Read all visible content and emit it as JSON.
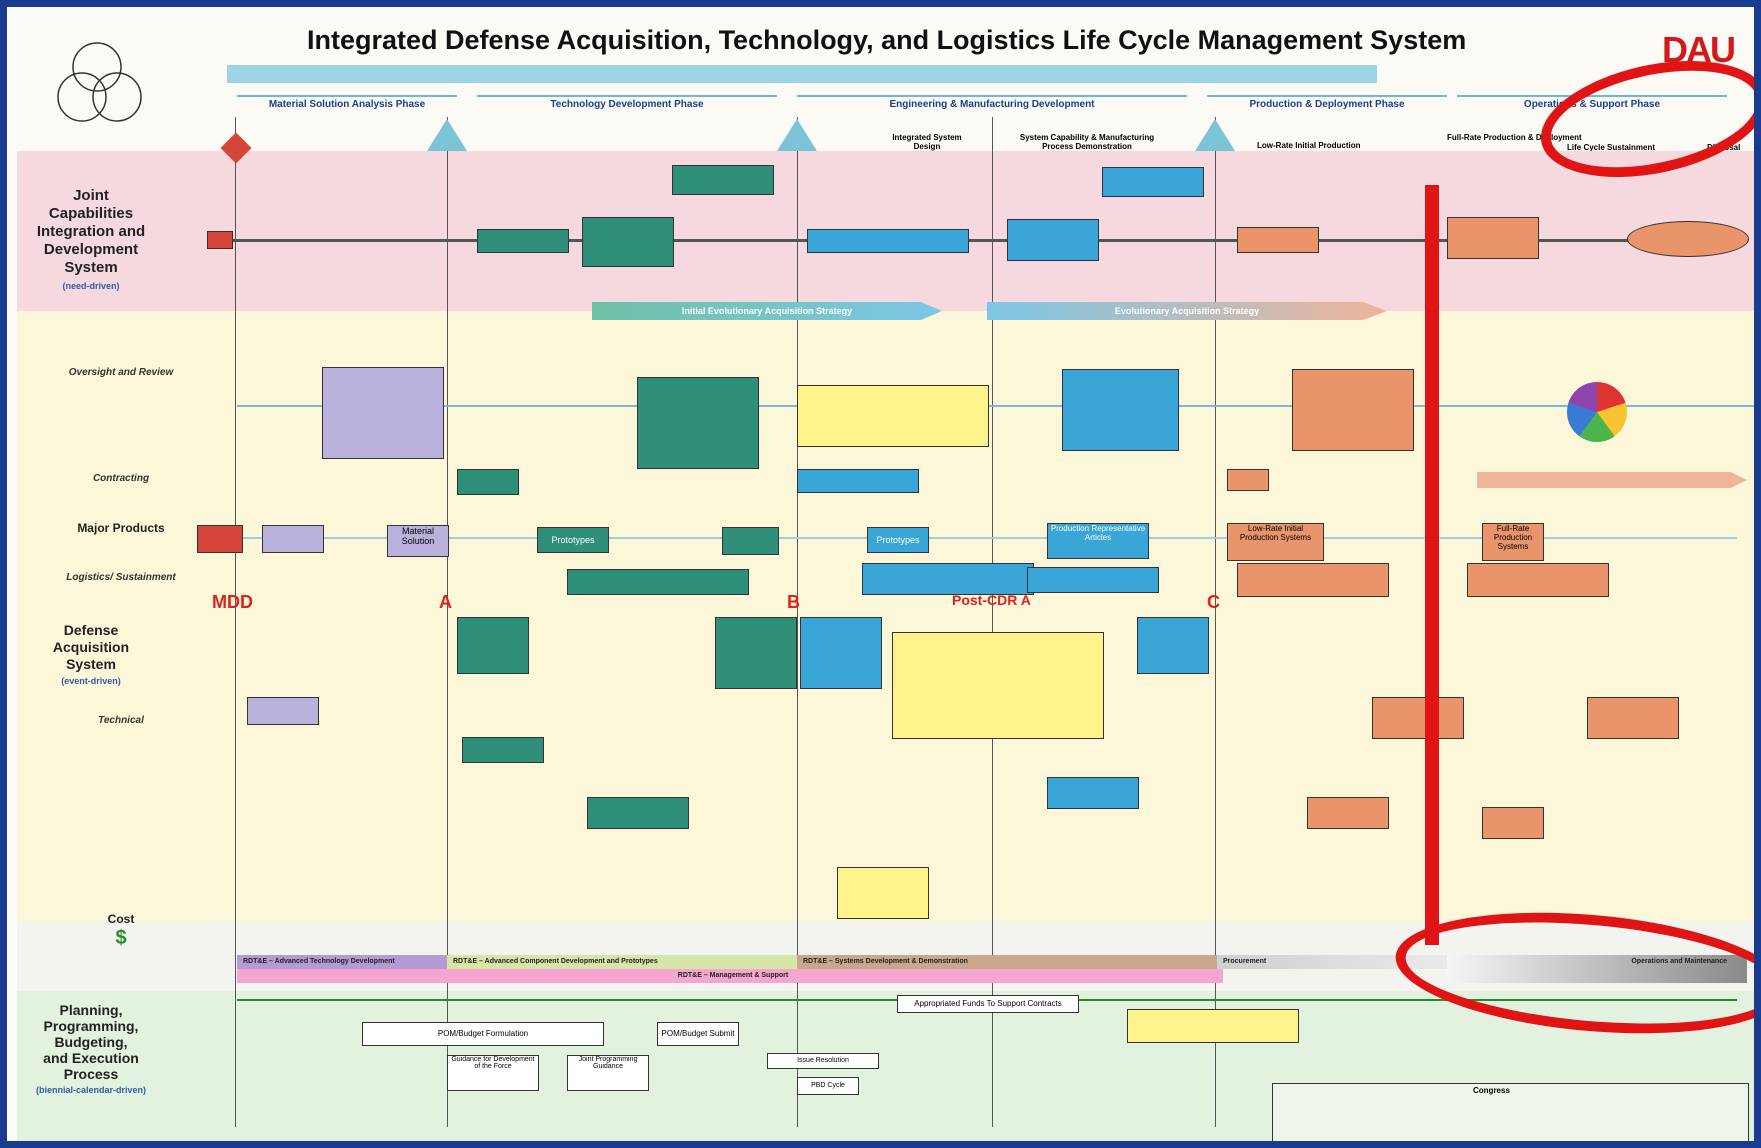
{
  "header": {
    "title": "Integrated Defense Acquisition, Technology, and Logistics Life Cycle Management System",
    "logo": "DAU"
  },
  "phases": [
    "Material Solution Analysis Phase",
    "Technology Development Phase",
    "Engineering & Manufacturing Development",
    "Production & Deployment Phase",
    "Operations & Support Phase"
  ],
  "sub_phases": {
    "integrated_design": "Integrated System Design",
    "capability_demo": "System Capability & Manufacturing Process Demonstration",
    "lrip": "Low-Rate Initial Production",
    "frp": "Full-Rate Production & Deployment",
    "sustainment": "Life Cycle Sustainment",
    "disposal": "Disposal"
  },
  "milestones": {
    "mdd": "MDD",
    "a": "A",
    "b": "B",
    "c": "C",
    "post_cdr": "Post-CDR A"
  },
  "rows": {
    "jcids_lines": [
      "Joint",
      "Capabilities",
      "Integration and",
      "Development",
      "System"
    ],
    "jcids_sub": "(need-driven)",
    "oversight": "Oversight and Review",
    "contracting": "Contracting",
    "major_products": "Major Products",
    "logistics": "Logistics/ Sustainment",
    "das_lines": [
      "Defense",
      "Acquisition",
      "System"
    ],
    "das_sub": "(event-driven)",
    "technical": "Technical",
    "cost": "Cost",
    "cost_symbol": "$",
    "ppbe_lines": [
      "Planning,",
      "Programming,",
      "Budgeting,",
      "and Execution",
      "Process"
    ],
    "ppbe_sub": "(biennial-calendar-driven)"
  },
  "strategies": {
    "initial": "Initial Evolutionary Acquisition Strategy",
    "evolutionary": "Evolutionary Acquisition Strategy"
  },
  "products": {
    "material_solution": "Material Solution",
    "prototypes_1": "Prototypes",
    "prototypes_2": "Prototypes",
    "production_rep": "Production Representative Articles",
    "lrip_systems": "Low-Rate Initial Production Systems",
    "frp_systems": "Full-Rate Production Systems"
  },
  "funds": {
    "rdte_atd": "RDT&E – Advanced Technology Development",
    "rdte_acd": "RDT&E – Advanced Component Development and Prototypes",
    "rdte_sdd": "RDT&E – Systems Development & Demonstration",
    "rdte_mgmt": "RDT&E – Management & Support",
    "procurement": "Procurement",
    "om": "Operations and Maintenance",
    "appropriated": "Appropriated Funds To Support Contracts"
  },
  "ppbe_items": {
    "pom": "POM/Budget Formulation",
    "pom_submit": "POM/Budget Submit",
    "guidance": "Guidance for Development of the Force",
    "jpg": "Joint Programming Guidance",
    "issue_resolution": "Issue Resolution",
    "pbd": "PBD Cycle",
    "congress": "Congress"
  },
  "colors": {
    "frame": "#1a3c8f",
    "jcids_band": "#f5d9de",
    "das_band": "#fbf7d8",
    "ppbe_band": "#e3f1df",
    "annotation": "#e01414",
    "milestone": "#7cc3d6"
  }
}
